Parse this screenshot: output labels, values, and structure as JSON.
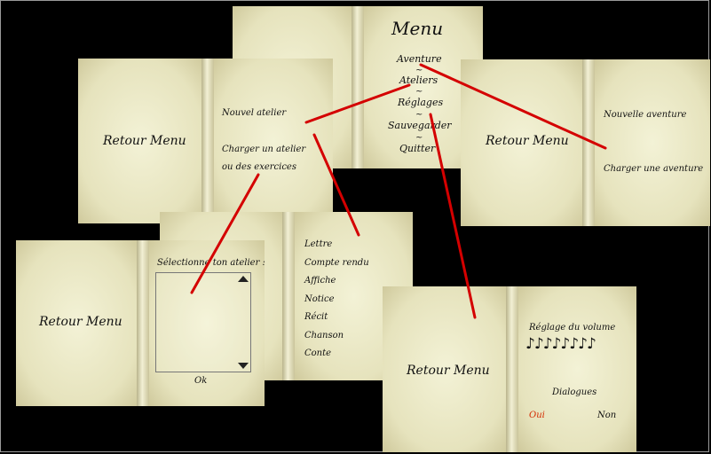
{
  "main_menu": {
    "title": "Menu",
    "items": [
      "Aventure",
      "Ateliers",
      "Réglages",
      "Sauvegarder",
      "Quitter"
    ]
  },
  "ateliers_book": {
    "back_label": "Retour Menu",
    "new_workshop": "Nouvel atelier",
    "load_line1": "Charger un atelier",
    "load_line2": "ou des exercices"
  },
  "aventure_book": {
    "back_label": "Retour Menu",
    "new_adventure": "Nouvelle aventure",
    "load_adventure": "Charger une aventure"
  },
  "genre_book": {
    "items": [
      "Lettre",
      "Compte rendu",
      "Affiche",
      "Notice",
      "Récit",
      "Chanson",
      "Conte"
    ]
  },
  "select_book": {
    "back_label": "Retour Menu",
    "prompt": "Sélectionne ton atelier :",
    "ok_label": "Ok"
  },
  "settings_book": {
    "back_label": "Retour Menu",
    "volume_label": "Réglage du volume",
    "notes": "♪♪♪♪♪♪♪♪",
    "dialogues_label": "Dialogues",
    "yes_label": "Oui",
    "no_label": "Non"
  },
  "colors": {
    "connector": "#d40000",
    "selected_option": "#d42a00",
    "background": "#000000"
  }
}
